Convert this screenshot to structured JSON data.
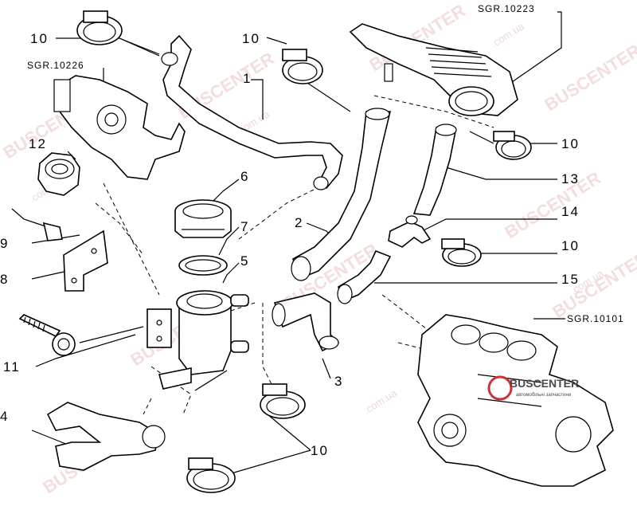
{
  "diagram": {
    "callouts": {
      "c1": "1",
      "c2": "2",
      "c3": "3",
      "c4": "4",
      "c5": "5",
      "c6": "6",
      "c7": "7",
      "c8": "8",
      "c9": "9",
      "c10a": "10",
      "c10b": "10",
      "c10c": "10",
      "c10d": "10",
      "c10e": "10",
      "c11": "11",
      "c12": "12",
      "c13": "13",
      "c14": "14",
      "c15": "15"
    },
    "references": {
      "r10223": "SGR.10223",
      "r10226": "SGR.10226",
      "r10101": "SGR.10101"
    }
  },
  "watermark": {
    "brand": "BUSCENTER",
    "domain": ".com.ua",
    "logo_main": "BUSCENTER",
    "logo_sub": "автомобільні запчастини"
  }
}
